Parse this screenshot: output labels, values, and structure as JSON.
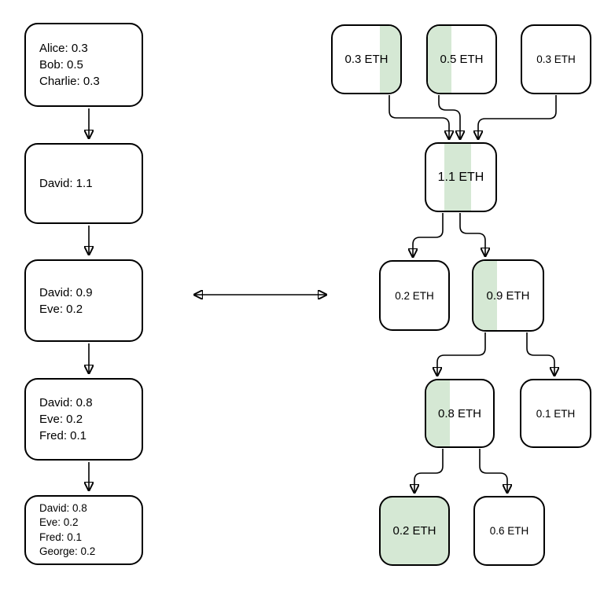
{
  "colors": {
    "highlight_green": "#d5e8d4",
    "stroke": "#000000",
    "background": "#ffffff"
  },
  "left_column": {
    "description": "account-balance-model-states",
    "boxes": [
      {
        "lines": [
          "Alice: 0.3",
          "Bob: 0.5",
          "Charlie: 0.3"
        ]
      },
      {
        "lines": [
          "David: 1.1"
        ]
      },
      {
        "lines": [
          "David: 0.9",
          "Eve: 0.2"
        ]
      },
      {
        "lines": [
          "David: 0.8",
          "Eve: 0.2",
          "Fred: 0.1"
        ]
      },
      {
        "lines": [
          "David: 0.8",
          "Eve: 0.2",
          "Fred: 0.1",
          "George: 0.2"
        ]
      }
    ]
  },
  "right_column": {
    "description": "utxo-model-flow",
    "nodes": [
      {
        "label": "0.3 ETH",
        "highlight": "right-stripe"
      },
      {
        "label": "0.5 ETH",
        "highlight": "left-stripe"
      },
      {
        "label": "0.3 ETH",
        "highlight": "none"
      },
      {
        "label": "1.1 ETH",
        "highlight": "center-stripe"
      },
      {
        "label": "0.2 ETH",
        "highlight": "none"
      },
      {
        "label": "0.9 ETH",
        "highlight": "left-stripe"
      },
      {
        "label": "0.8 ETH",
        "highlight": "left-stripe"
      },
      {
        "label": "0.1 ETH",
        "highlight": "none"
      },
      {
        "label": "0.2 ETH",
        "highlight": "full"
      },
      {
        "label": "0.6 ETH",
        "highlight": "none"
      }
    ]
  }
}
